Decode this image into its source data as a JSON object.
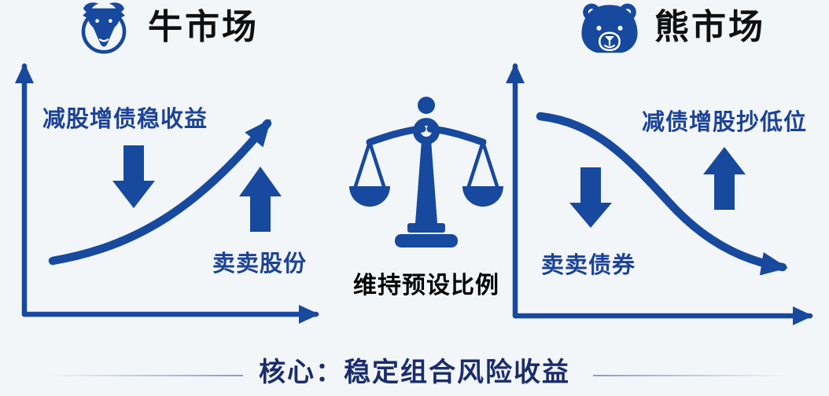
{
  "colors": {
    "background": "#f3f6f9",
    "graphic_blue": "#17499e",
    "title_text": "#101010",
    "annotation_blue": "#1c4396",
    "caption_navy": "#1a2d6b",
    "divider_blue": "#7d9fd0"
  },
  "header": {
    "bull_title": "牛市场",
    "bear_title": "熊市场"
  },
  "bull_chart": {
    "trend": "rising",
    "top_annotation": "减股增债稳收益",
    "bottom_annotation": "卖卖股份"
  },
  "center": {
    "label": "维持预设比例"
  },
  "bear_chart": {
    "trend": "falling",
    "top_annotation": "减债增股抄低位",
    "bottom_annotation": "卖卖债券"
  },
  "footer": {
    "caption": "核心：稳定组合风险收益"
  }
}
